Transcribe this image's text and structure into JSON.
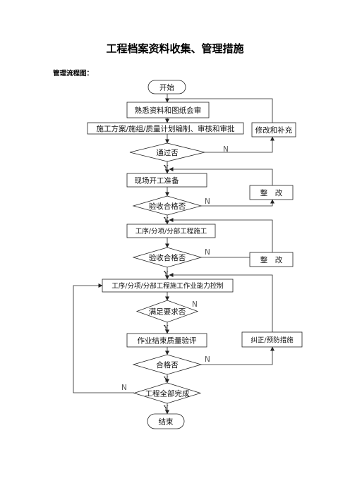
{
  "page": {
    "title": "工程档案资料收集、管理措施",
    "subtitle": "管理流程图："
  },
  "flowchart": {
    "start": "开始",
    "step_familiarize": "熟悉资料和图纸会审",
    "step_plan": "施工方案/施组/质量计划编制、审核和审批",
    "decision_pass": "通过否",
    "step_modify": "修改和补充",
    "step_site_prep": "现场开工准备",
    "decision_accept_1": "验收合格否",
    "step_rectify_1": "整　改",
    "step_process_construct": "工序/分项/分部工程施工",
    "decision_accept_2": "验收合格否",
    "step_rectify_2": "整　改",
    "step_capability_control": "工序/分项/分部工程施工作业能力控制",
    "decision_meet_req": "满足要求否",
    "step_quality_eval": "作业结束质量验评",
    "step_corrective": "纠正/预防措施",
    "decision_qualified": "合格否",
    "decision_all_done": "工程全部完成",
    "end": "结束",
    "yes": "Y",
    "no": "N"
  }
}
